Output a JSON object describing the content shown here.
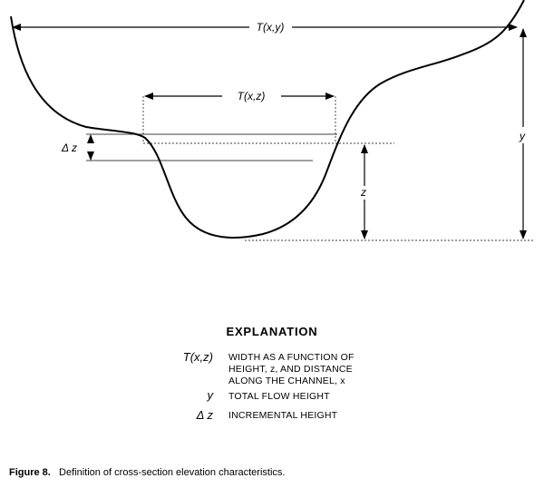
{
  "diagram": {
    "labels": {
      "txy": "T(x,y)",
      "txz": "T(x,z)",
      "dz": "Δ z",
      "z": "z",
      "y": "y"
    }
  },
  "explanation": {
    "title": "EXPLANATION",
    "items": [
      {
        "symbol": "T(x,z)",
        "lines": [
          "WIDTH AS A FUNCTION OF",
          "HEIGHT, z, AND DISTANCE",
          "ALONG THE CHANNEL, x"
        ]
      },
      {
        "symbol": "y",
        "lines": [
          "TOTAL FLOW HEIGHT"
        ]
      },
      {
        "symbol": "Δ z",
        "lines": [
          "INCREMENTAL HEIGHT"
        ]
      }
    ]
  },
  "caption": {
    "number": "Figure 8.",
    "text": "Definition of cross-section elevation characteristics."
  }
}
